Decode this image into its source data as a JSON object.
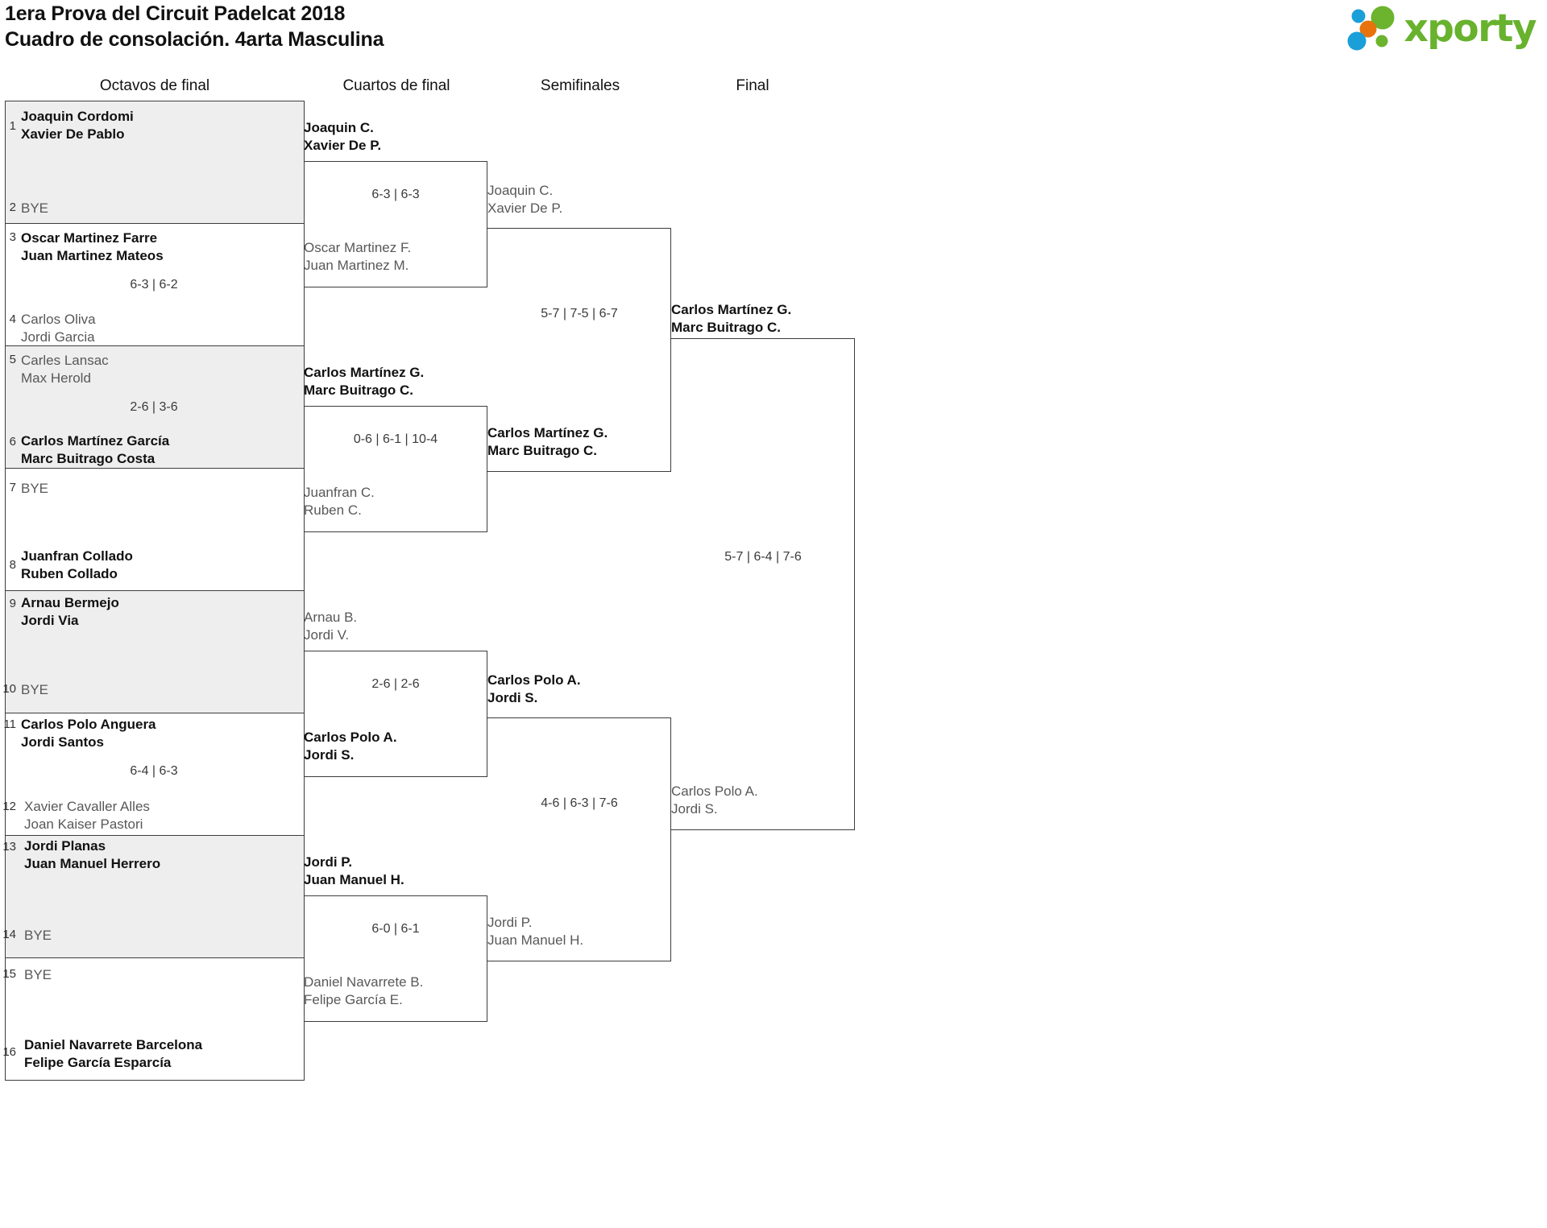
{
  "header": {
    "title_line1": "1era Prova del Circuit Padelcat 2018",
    "title_line2": "Cuadro de consolación. 4arta Masculina",
    "logo_text": "xporty",
    "logo_colors": {
      "green": "#6cb32e",
      "blue": "#1a9fd9",
      "orange": "#e8730d"
    }
  },
  "rounds": [
    {
      "label": "Octavos de final"
    },
    {
      "label": "Cuartos de final"
    },
    {
      "label": "Semifinales"
    },
    {
      "label": "Final"
    }
  ],
  "round1": {
    "entries": [
      {
        "seed": "1",
        "p1": "Joaquin Cordomi",
        "p2": "Xavier De Pablo",
        "state": "winner"
      },
      {
        "seed": "2",
        "bye": "BYE",
        "state": "bye"
      },
      {
        "seed": "3",
        "p1": "Oscar Martinez Farre",
        "p2": "Juan Martinez Mateos",
        "state": "winner"
      },
      {
        "seed": "4",
        "p1": "Carlos Oliva",
        "p2": "Jordi Garcia",
        "state": "loser"
      },
      {
        "seed": "5",
        "p1": "Carles Lansac",
        "p2": "Max Herold",
        "state": "loser"
      },
      {
        "seed": "6",
        "p1": "Carlos Martínez García",
        "p2": "Marc Buitrago Costa",
        "state": "winner"
      },
      {
        "seed": "7",
        "bye": "BYE",
        "state": "bye"
      },
      {
        "seed": "8",
        "p1": "Juanfran Collado",
        "p2": "Ruben Collado",
        "state": "winner"
      },
      {
        "seed": "9",
        "p1": "Arnau Bermejo",
        "p2": "Jordi Via",
        "state": "winner"
      },
      {
        "seed": "10",
        "bye": "BYE",
        "state": "bye"
      },
      {
        "seed": "11",
        "p1": "Carlos Polo Anguera",
        "p2": "Jordi Santos",
        "state": "winner"
      },
      {
        "seed": "12",
        "p1": "Xavier Cavaller Alles",
        "p2": "Joan Kaiser Pastori",
        "state": "loser"
      },
      {
        "seed": "13",
        "p1": "Jordi Planas",
        "p2": "Juan Manuel Herrero",
        "state": "winner"
      },
      {
        "seed": "14",
        "bye": "BYE",
        "state": "bye"
      },
      {
        "seed": "15",
        "bye": "BYE",
        "state": "bye"
      },
      {
        "seed": "16",
        "p1": "Daniel Navarrete Barcelona",
        "p2": "Felipe García Esparcía",
        "state": "winner"
      }
    ],
    "scores": [
      "",
      "6-3 | 6-2",
      "2-6 | 3-6",
      "",
      "",
      "6-4 | 6-3",
      "",
      ""
    ]
  },
  "round2": {
    "matches": [
      {
        "top": {
          "p1": "Joaquin C.",
          "p2": "Xavier De P.",
          "state": "winner"
        },
        "bottom": {
          "p1": "Oscar Martinez F.",
          "p2": "Juan Martinez M.",
          "state": "loser"
        },
        "score": "6-3 | 6-3"
      },
      {
        "top": {
          "p1": "Carlos Martínez G.",
          "p2": "Marc Buitrago C.",
          "state": "winner"
        },
        "bottom": {
          "p1": "Juanfran C.",
          "p2": "Ruben C.",
          "state": "loser"
        },
        "score": "0-6 | 6-1 | 10-4"
      },
      {
        "top": {
          "p1": "Arnau B.",
          "p2": "Jordi V.",
          "state": "loser"
        },
        "bottom": {
          "p1": "Carlos Polo A.",
          "p2": "Jordi S.",
          "state": "winner"
        },
        "score": "2-6 | 2-6"
      },
      {
        "top": {
          "p1": "Jordi P.",
          "p2": "Juan Manuel H.",
          "state": "winner"
        },
        "bottom": {
          "p1": "Daniel Navarrete B.",
          "p2": "Felipe García E.",
          "state": "loser"
        },
        "score": "6-0 | 6-1"
      }
    ]
  },
  "round3": {
    "matches": [
      {
        "top": {
          "p1": "Joaquin C.",
          "p2": "Xavier De P.",
          "state": "loser"
        },
        "bottom": {
          "p1": "Carlos Martínez G.",
          "p2": "Marc Buitrago C.",
          "state": "winner"
        },
        "score": "5-7 | 7-5 | 6-7"
      },
      {
        "top": {
          "p1": "Carlos Polo A.",
          "p2": "Jordi S.",
          "state": "winner"
        },
        "bottom": {
          "p1": "Jordi P.",
          "p2": "Juan Manuel H.",
          "state": "loser"
        },
        "score": "4-6 | 6-3 | 7-6"
      }
    ]
  },
  "round4": {
    "matches": [
      {
        "top": {
          "p1": "Carlos Martínez G.",
          "p2": "Marc Buitrago C.",
          "state": "winner"
        },
        "bottom": {
          "p1": "Carlos Polo A.",
          "p2": "Jordi S.",
          "state": "loser"
        },
        "score": "5-7 | 6-4 | 7-6"
      }
    ]
  }
}
